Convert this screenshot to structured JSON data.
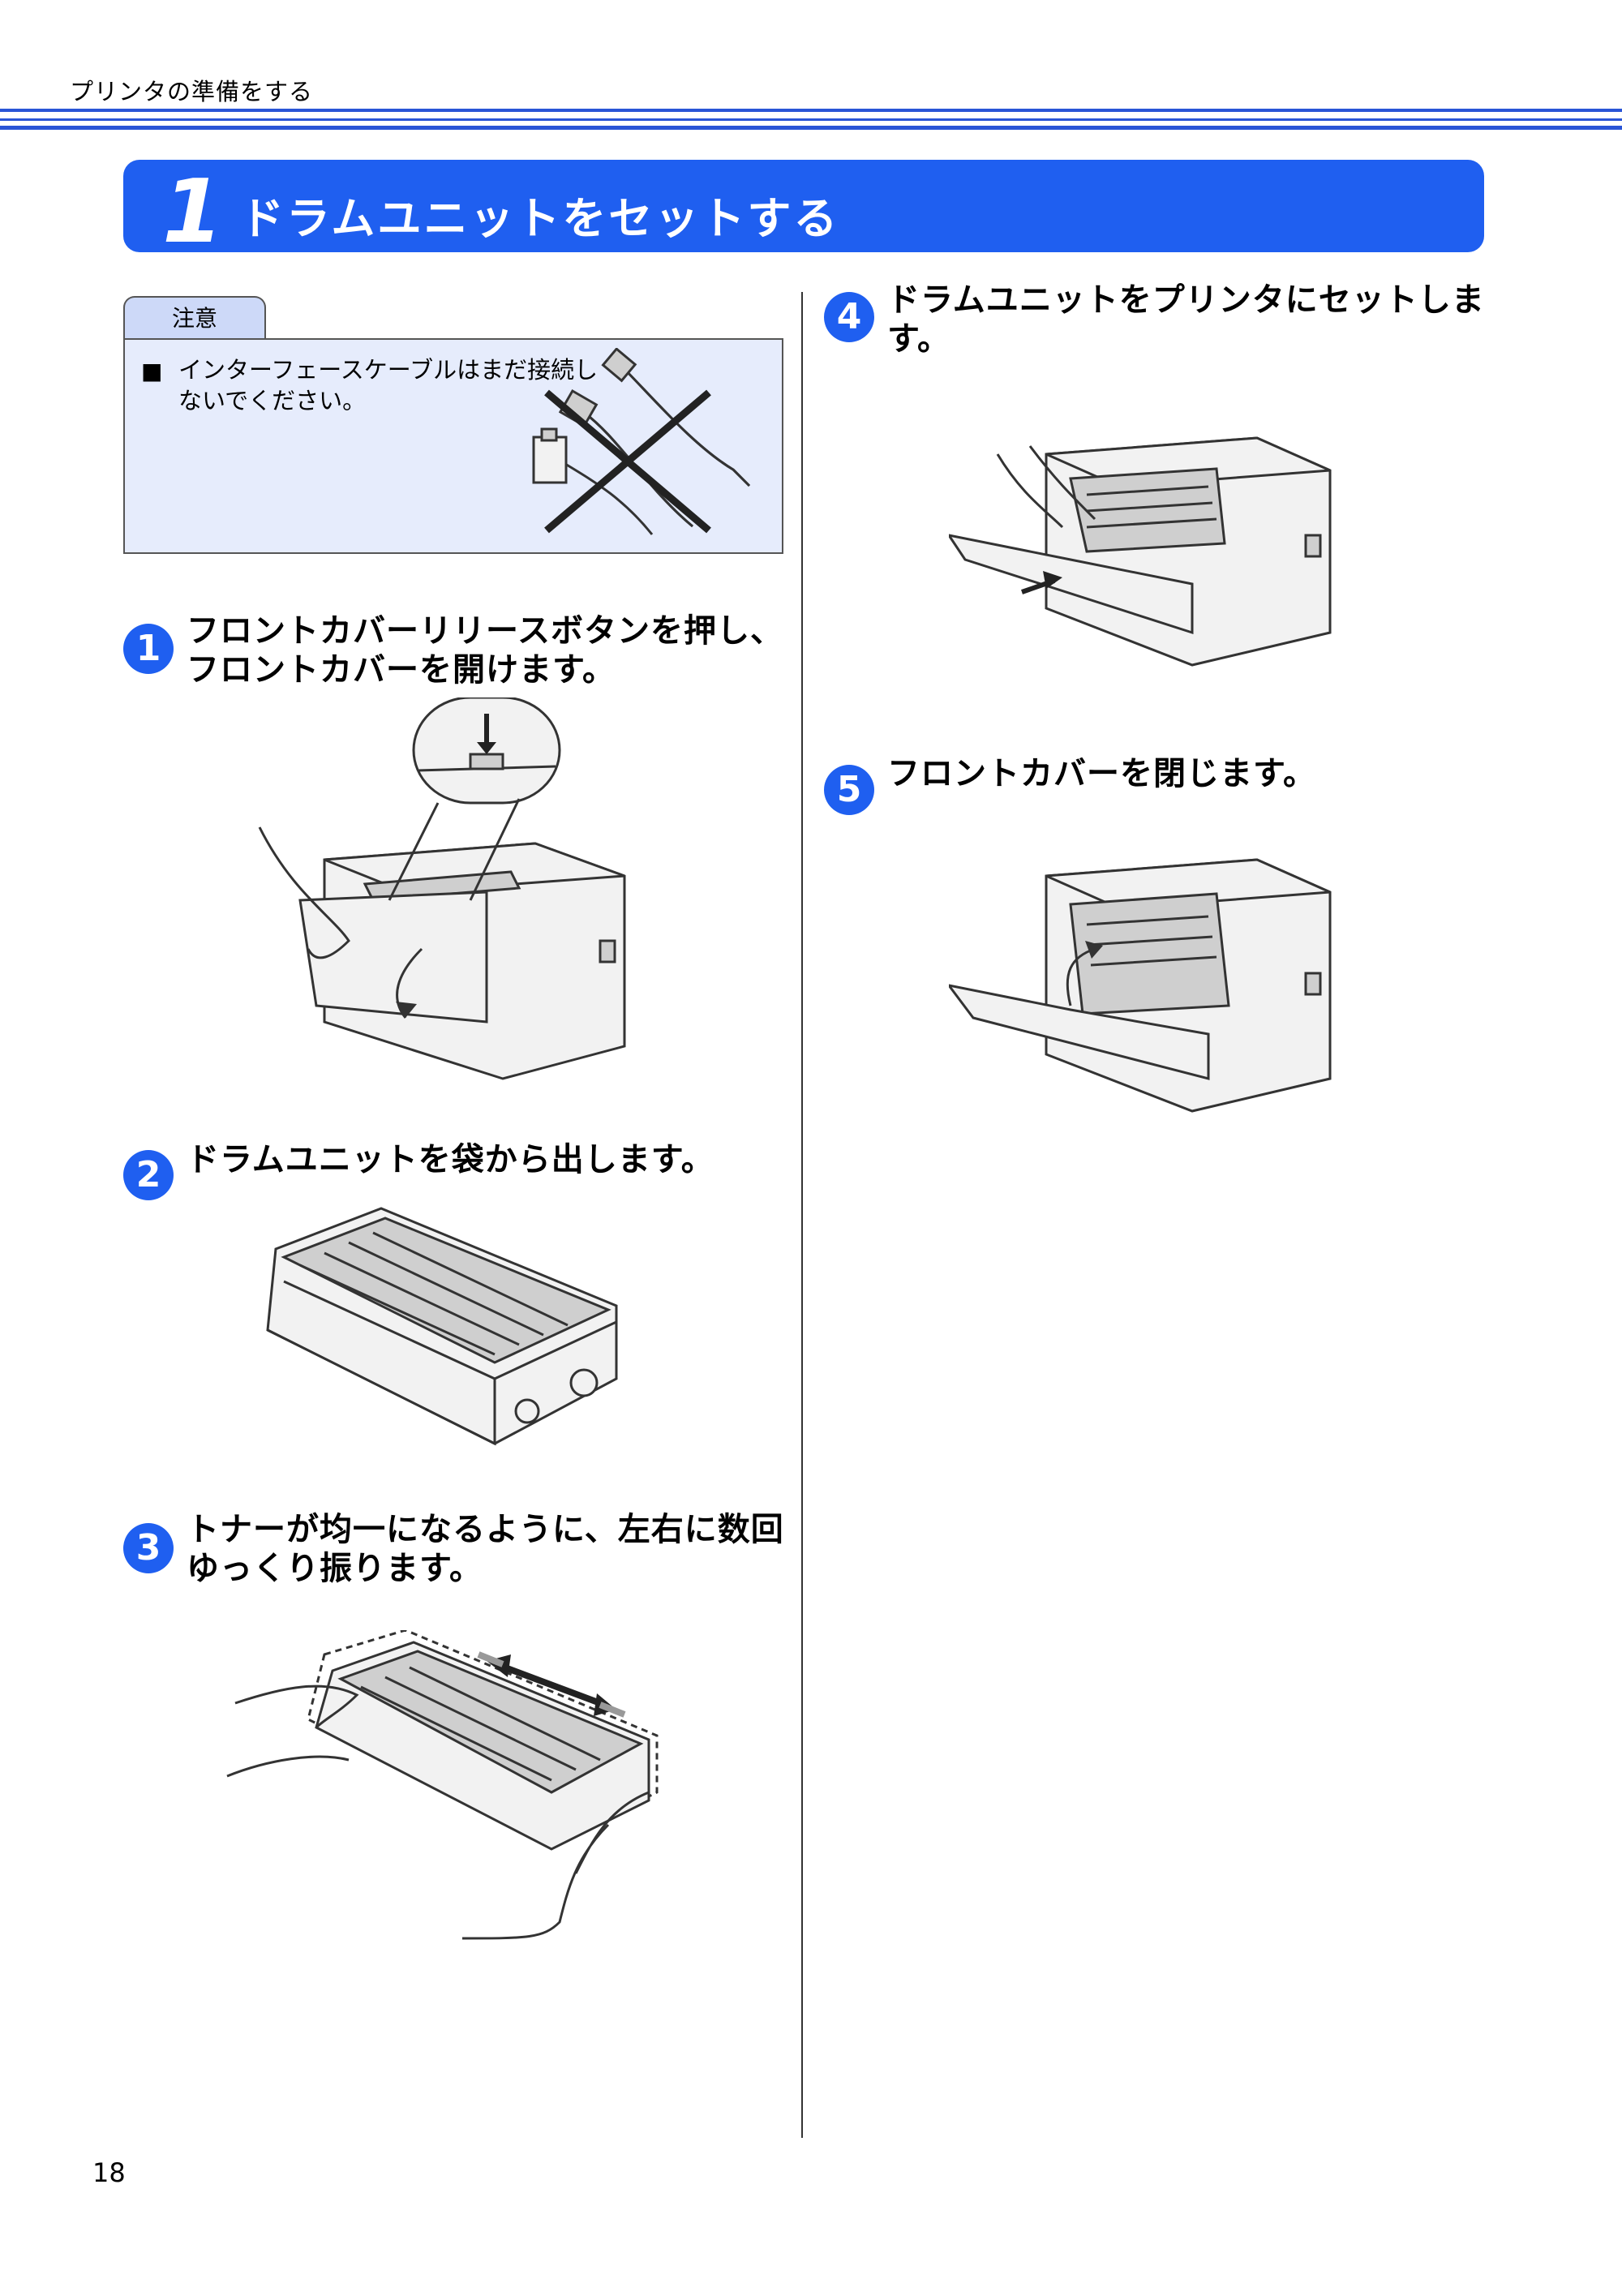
{
  "header": {
    "section_title": "プリンタの準備をする"
  },
  "banner": {
    "number": "1",
    "title": "ドラムユニットをセットする"
  },
  "caution": {
    "tab_label": "注意",
    "bullet": "■",
    "text": "インターフェースケーブルはまだ接続しないでください。"
  },
  "steps": [
    {
      "number": "1",
      "text": "フロントカバーリリースボタンを押し、フロントカバーを開けます。"
    },
    {
      "number": "2",
      "text": "ドラムユニットを袋から出します。"
    },
    {
      "number": "3",
      "text": "トナーが均一になるように、左右に数回ゆっくり振ります。"
    },
    {
      "number": "4",
      "text": "ドラムユニットをプリンタにセットします。"
    },
    {
      "number": "5",
      "text": "フロントカバーを閉じます。"
    }
  ],
  "footer": {
    "page_number": "18"
  },
  "colors": {
    "accent": "#1f5ff0",
    "caution_bg": "#e6ecfc",
    "caution_tab": "#cdd9f8"
  }
}
